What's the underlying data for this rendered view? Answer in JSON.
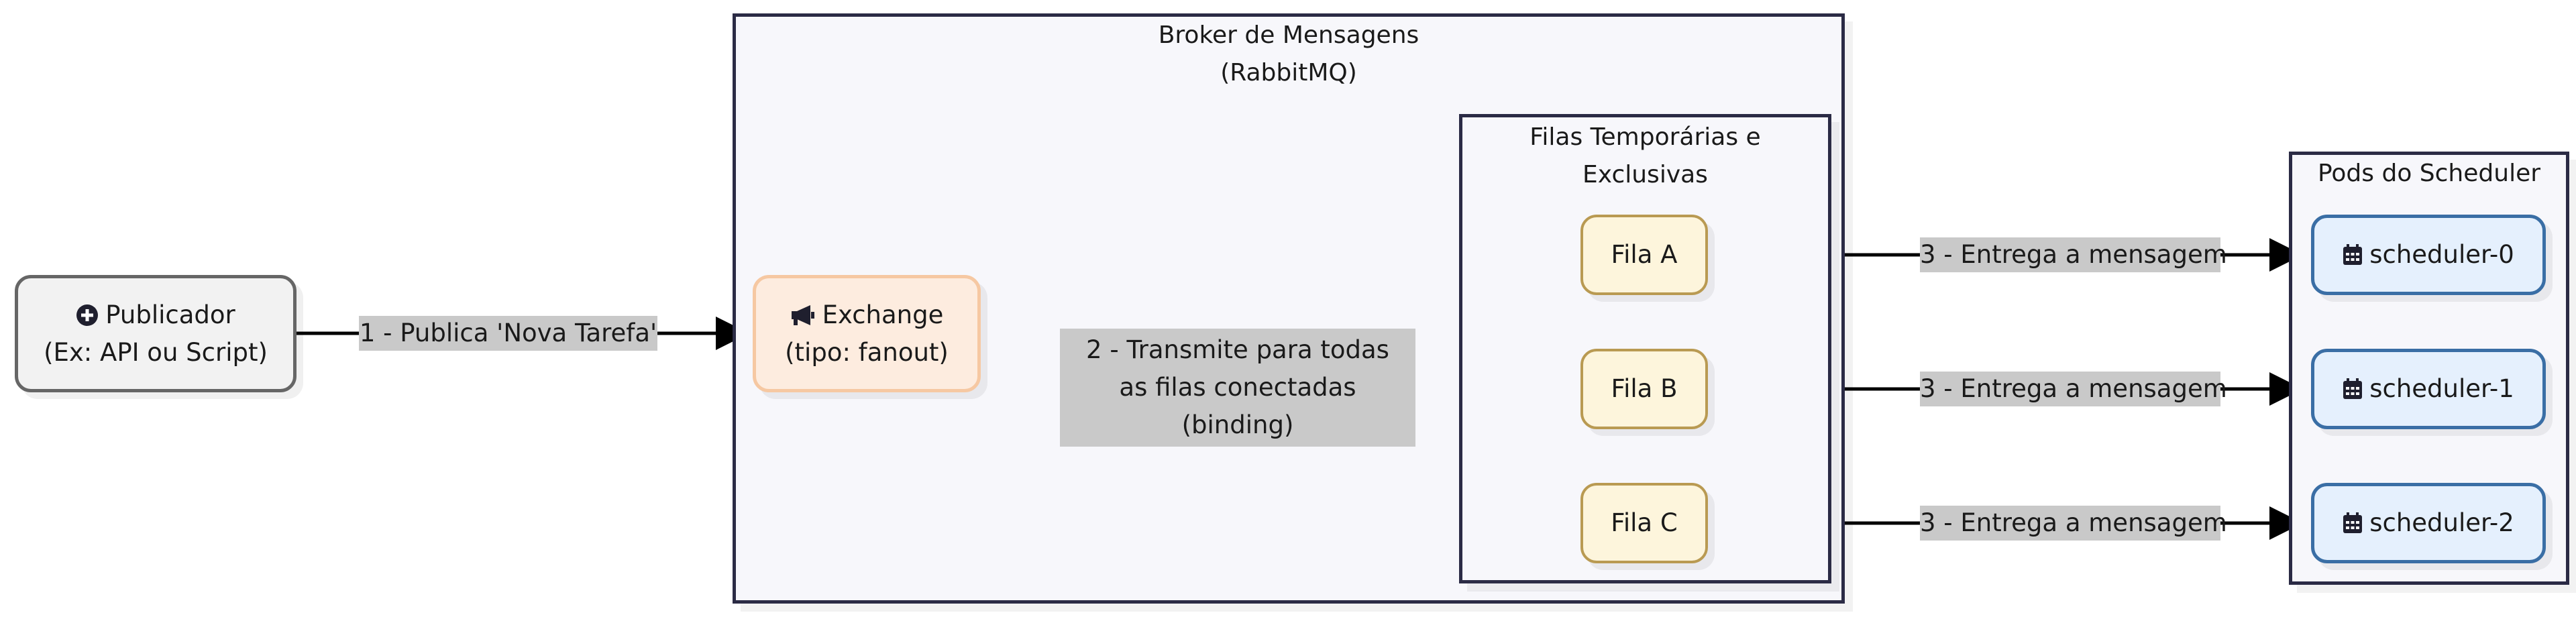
{
  "broker": {
    "title_line1": "Broker de Mensagens",
    "title_line2": "(RabbitMQ)"
  },
  "queues_group": {
    "title_line1": "Filas Temporárias e",
    "title_line2": "Exclusivas"
  },
  "pods_group": {
    "title": "Pods do Scheduler"
  },
  "publisher": {
    "icon": "plus-circle-icon",
    "line1": "Publicador",
    "line2": "(Ex: API ou Script)"
  },
  "exchange": {
    "icon": "megaphone-icon",
    "line1": "Exchange",
    "line2": "(tipo: fanout)"
  },
  "queues": [
    {
      "label": "Fila A"
    },
    {
      "label": "Fila B"
    },
    {
      "label": "Fila C"
    }
  ],
  "pods": [
    {
      "icon": "calendar-icon",
      "label": "scheduler-0"
    },
    {
      "icon": "calendar-icon",
      "label": "scheduler-1"
    },
    {
      "icon": "calendar-icon",
      "label": "scheduler-2"
    }
  ],
  "edges": {
    "publish": "1 - Publica 'Nova Tarefa'",
    "broadcast_line1": "2 - Transmite para todas",
    "broadcast_line2": "as filas conectadas",
    "broadcast_line3": "(binding)",
    "deliver_a": "3 - Entrega a mensagem",
    "deliver_b": "3 - Entrega a mensagem",
    "deliver_c": "3 - Entrega a mensagem"
  },
  "colors": {
    "line": "#000000",
    "cluster_border": "#2b2b45",
    "label_bg": "#c9c9c9",
    "publisher_bg": "#f2f2f2",
    "exchange_bg": "#fdecdf",
    "queue_bg": "#fdf5dc",
    "pod_bg": "#e5f0fd"
  }
}
